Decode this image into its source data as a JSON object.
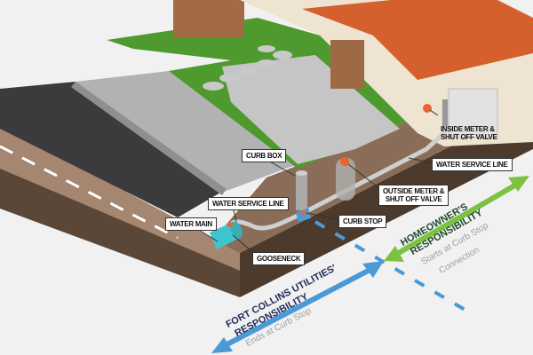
{
  "labels": {
    "curb_box": "CURB BOX",
    "water_service_line_left": "WATER SERVICE LINE",
    "water_main": "WATER MAIN",
    "gooseneck": "GOOSENECK",
    "curb_stop": "CURB STOP",
    "outside_meter": [
      "OUTSIDE METER &",
      "SHUT OFF VALVE"
    ],
    "water_service_line_right": "WATER SERVICE LINE",
    "inside_meter": [
      "INSIDE METER &",
      "SHUT OFF VALVE"
    ]
  },
  "utility_responsibility": {
    "title": "FORT COLLINS UTILITIES'",
    "heading": "RESPONSIBILITY",
    "note": "Ends at Curb Stop",
    "color": "#4a9ad8"
  },
  "homeowner_responsibility": {
    "title": "HOMEOWNER'S",
    "heading": "RESPONSIBILITY",
    "note": [
      "Starts at Curb Stop",
      "Connection"
    ],
    "color": "#7cc242"
  }
}
